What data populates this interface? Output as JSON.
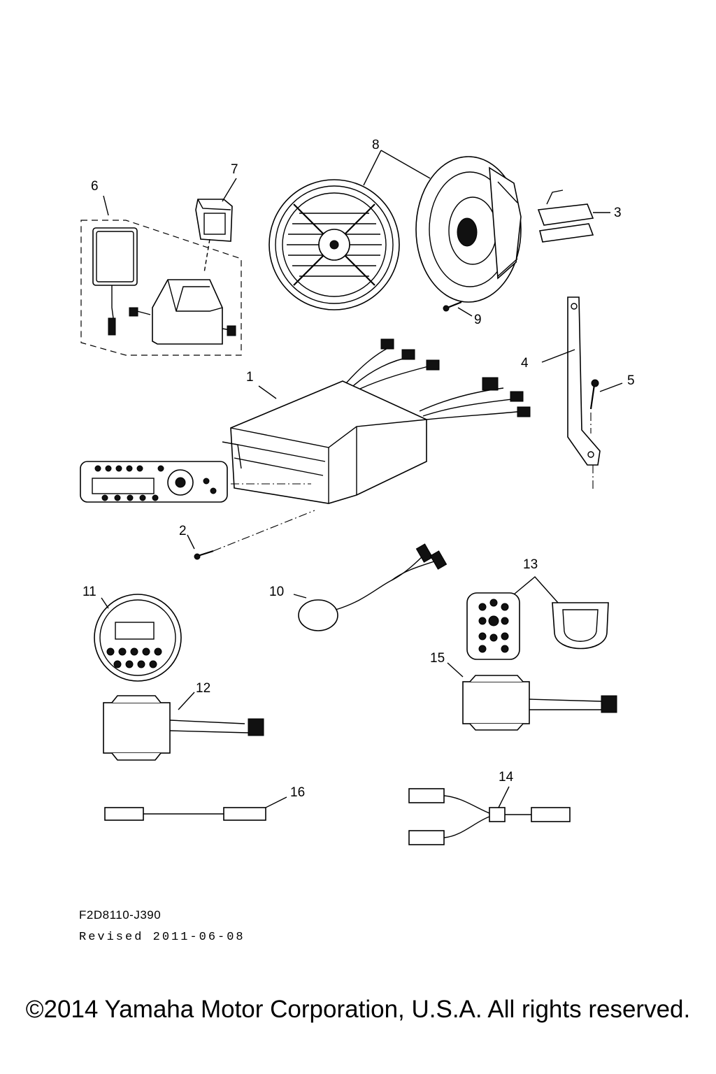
{
  "callouts": [
    "1",
    "2",
    "3",
    "4",
    "5",
    "6",
    "7",
    "8",
    "9",
    "10",
    "11",
    "12",
    "13",
    "14",
    "15",
    "16"
  ],
  "footer": {
    "drawing_code": "F2D8110-J390",
    "revised": "Revised 2011-06-08",
    "copyright": "©2014 Yamaha Motor Corporation, U.S.A. All rights reserved."
  }
}
